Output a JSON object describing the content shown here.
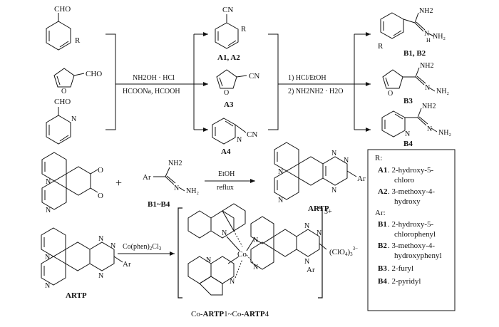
{
  "step1": {
    "reagent_top": "NH2OH · HCl",
    "reagent_bottom": "HCOONa, HCOOH",
    "aldehyde_group": "CHO",
    "nitrile_group": "CN",
    "r_sub": "R",
    "products": [
      "A1, A2",
      "A3",
      "A4"
    ]
  },
  "step2": {
    "line1": "1) HCl/EtOH",
    "line2": "2) NH2NH2 · H2O",
    "products": [
      "B1, B2",
      "B3",
      "B4"
    ],
    "nh2": "NH2",
    "n": "N",
    "h": "H",
    "r_sub": "R"
  },
  "step3": {
    "plus": "+",
    "ar": "Ar",
    "nh2": "NH2",
    "reactant_label": "B1~B4",
    "condition_top": "EtOH",
    "condition_bottom": "reflux",
    "o_label": "O",
    "n_label": "N",
    "product_label": "ARTP"
  },
  "step4": {
    "reagent": "Co(phen)2Cl3",
    "start_label": "ARTP",
    "metal": "Co",
    "ar": "Ar",
    "charge": "3+",
    "counterion": "(ClO4)3 3−",
    "product_label": "Co-ARTP1~Co-ARTP4"
  },
  "legend": {
    "r_title": "R:",
    "r_items": [
      {
        "key": "A1",
        "text": ". 2-hydroxy-5-",
        "cont": "chloro"
      },
      {
        "key": "A2",
        "text": ". 3-methoxy-4-",
        "cont": "hydroxy"
      }
    ],
    "ar_title": "Ar:",
    "ar_items": [
      {
        "key": "B1",
        "text": ". 2-hydroxy-5-",
        "cont": "chlorophenyl"
      },
      {
        "key": "B2",
        "text": ". 3-methoxy-4-",
        "cont": "hydroxyphenyl"
      },
      {
        "key": "B3",
        "text": ". 2-furyl",
        "cont": ""
      },
      {
        "key": "B4",
        "text": ". 2-pyridyl",
        "cont": ""
      }
    ]
  }
}
